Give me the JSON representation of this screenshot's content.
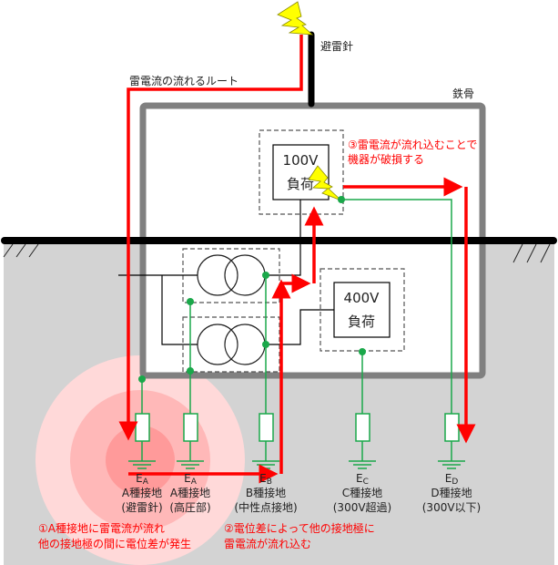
{
  "colors": {
    "ground": "#d3d3d3",
    "steel_frame": "#808080",
    "surface_line": "#000000",
    "lightning_route": "#ff0000",
    "ground_wire": "#1aa84a",
    "bolt_fill": "#ffff00",
    "zone_outer": "#ffd9d9",
    "zone_mid": "#ffb8b8",
    "zone_inner": "#ff9a9a"
  },
  "labels": {
    "lightning_rod": "避雷針",
    "route": "雷電流の流れるルート",
    "steel_frame": "鉄骨"
  },
  "loads": {
    "load_100v": {
      "voltage": "100V",
      "name": "負荷"
    },
    "load_400v": {
      "voltage": "400V",
      "name": "負荷"
    }
  },
  "electrodes": [
    {
      "symbol": "E",
      "sub": "A",
      "type": "A種接地",
      "note": "(避雷針)"
    },
    {
      "symbol": "E",
      "sub": "A",
      "type": "A種接地",
      "note": "(高圧部)"
    },
    {
      "symbol": "E",
      "sub": "B",
      "type": "B種接地",
      "note": "(中性点接地)"
    },
    {
      "symbol": "E",
      "sub": "C",
      "type": "C種接地",
      "note": "(300V超過)"
    },
    {
      "symbol": "E",
      "sub": "D",
      "type": "D種接地",
      "note": "(300V以下)"
    }
  ],
  "annotations": {
    "step1": [
      "①A種接地に雷電流が流れ",
      "他の接地極の間に電位差が発生"
    ],
    "step2": [
      "②電位差によって他の接地極に",
      "雷電流が流れ込む"
    ],
    "step3": [
      "③雷電流が流れ込むことで",
      "機器が破損する"
    ]
  }
}
